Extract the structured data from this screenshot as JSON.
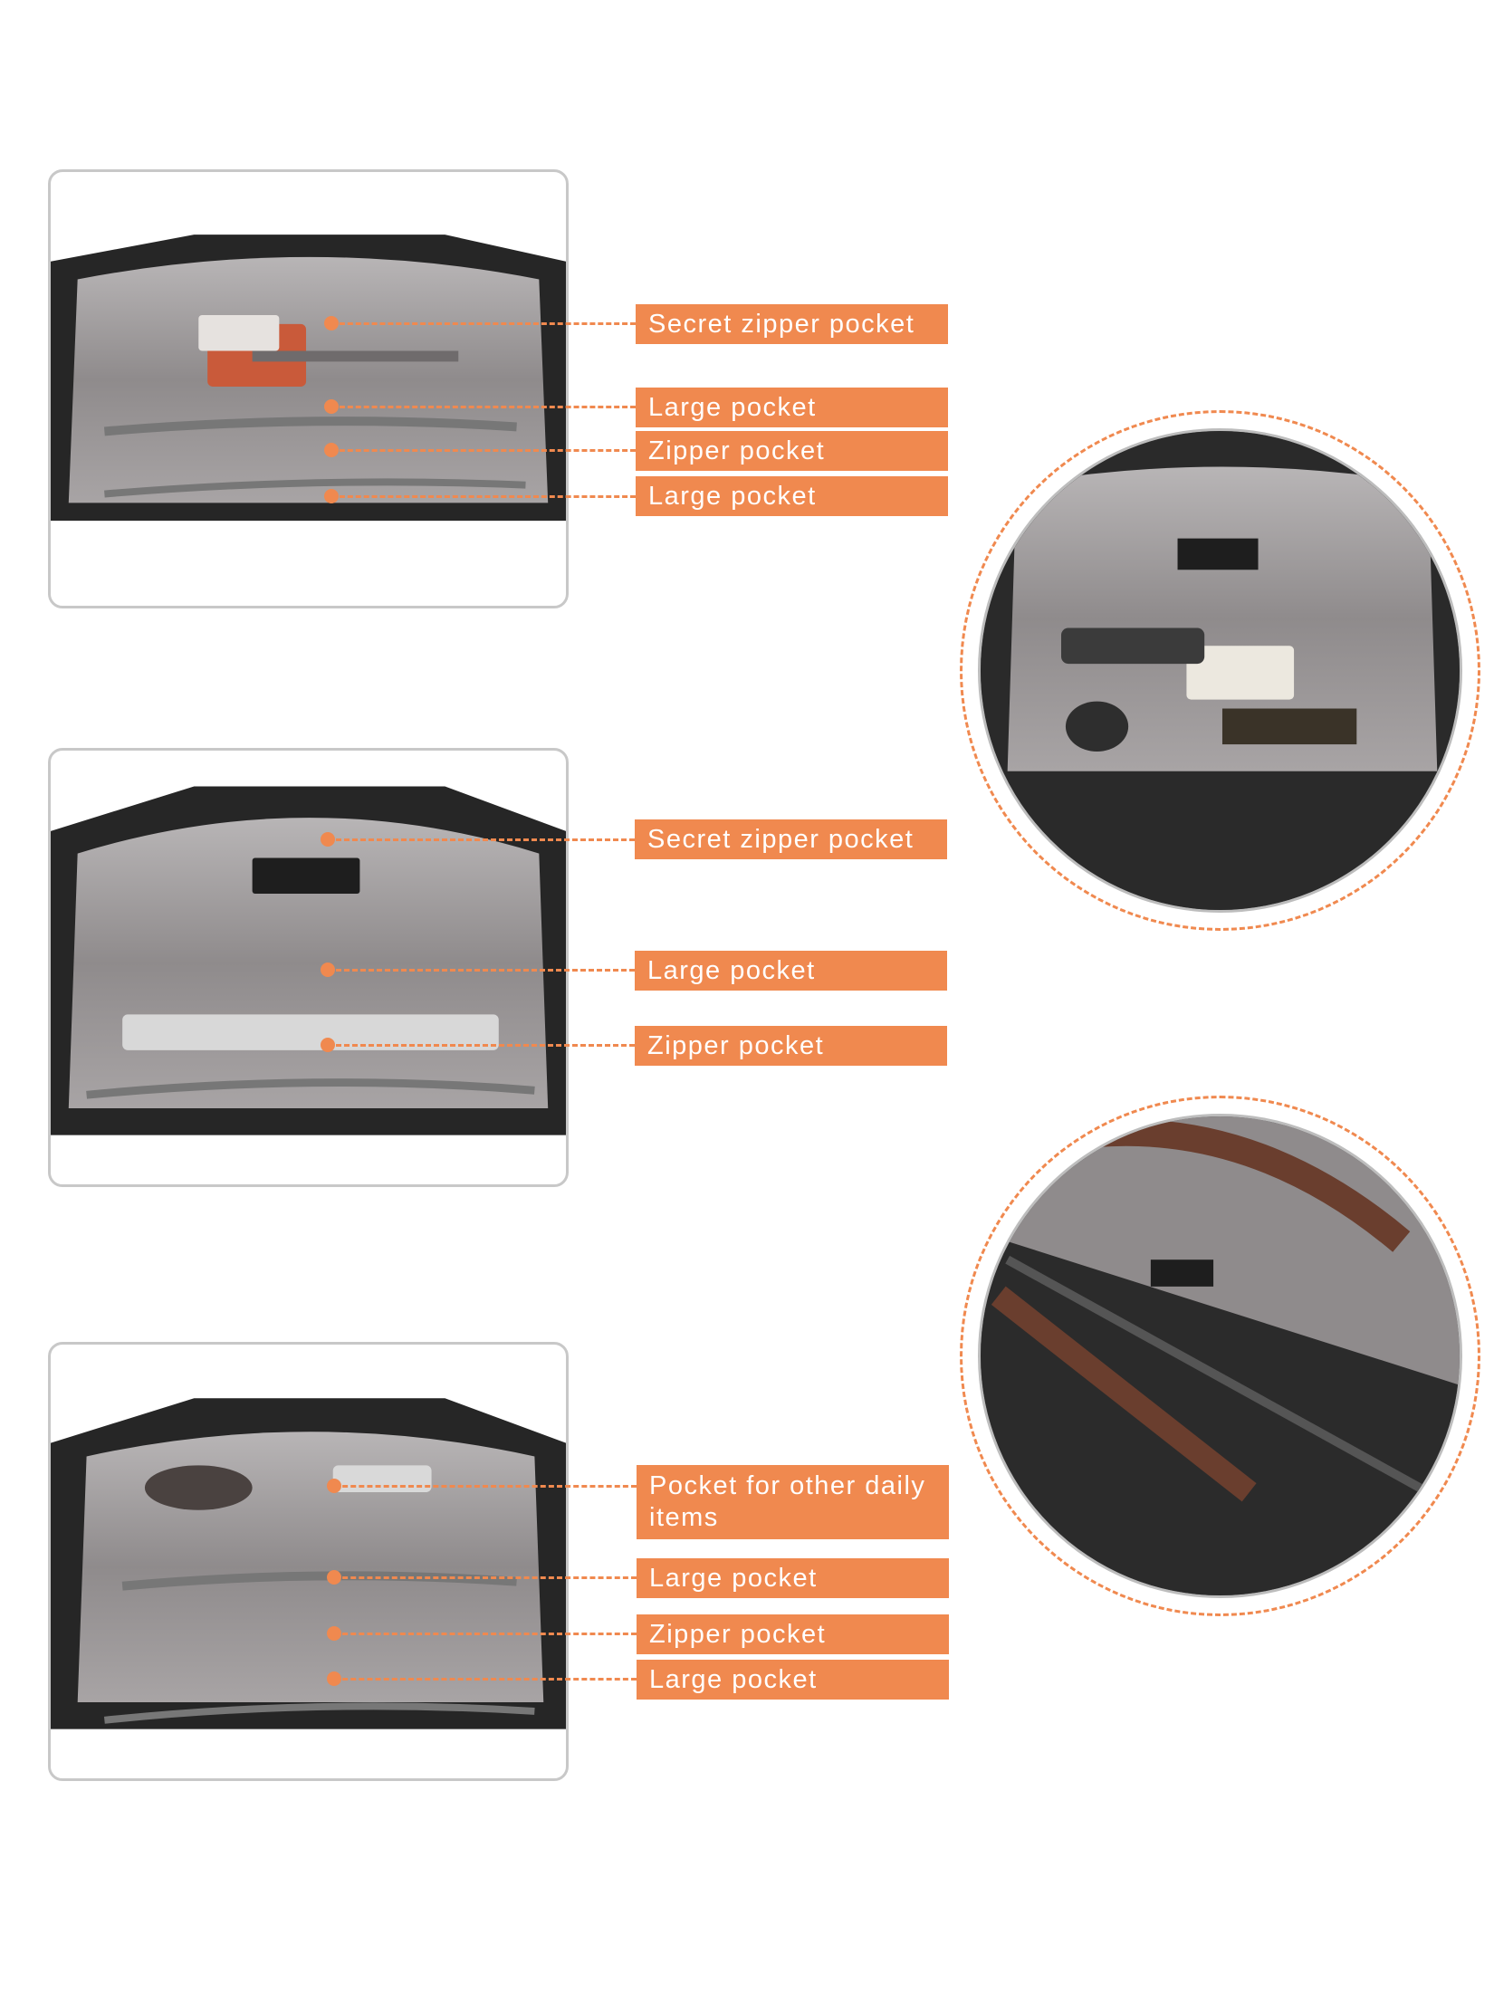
{
  "panels": [
    {
      "id": "top",
      "labels": [
        "Secret zipper pocket",
        "Large pocket",
        "Zipper pocket",
        "Large pocket"
      ]
    },
    {
      "id": "middle",
      "labels": [
        "Secret zipper pocket",
        "Large pocket",
        "Zipper pocket"
      ]
    },
    {
      "id": "bottom",
      "labels": [
        "Pocket for other daily items",
        "Large pocket",
        "Zipper pocket",
        "Large pocket"
      ]
    }
  ],
  "colors": {
    "accent": "#f0894f",
    "panel_border": "#c8c8c8",
    "lining": "#9a9697",
    "leather": "#2b2b2b"
  }
}
